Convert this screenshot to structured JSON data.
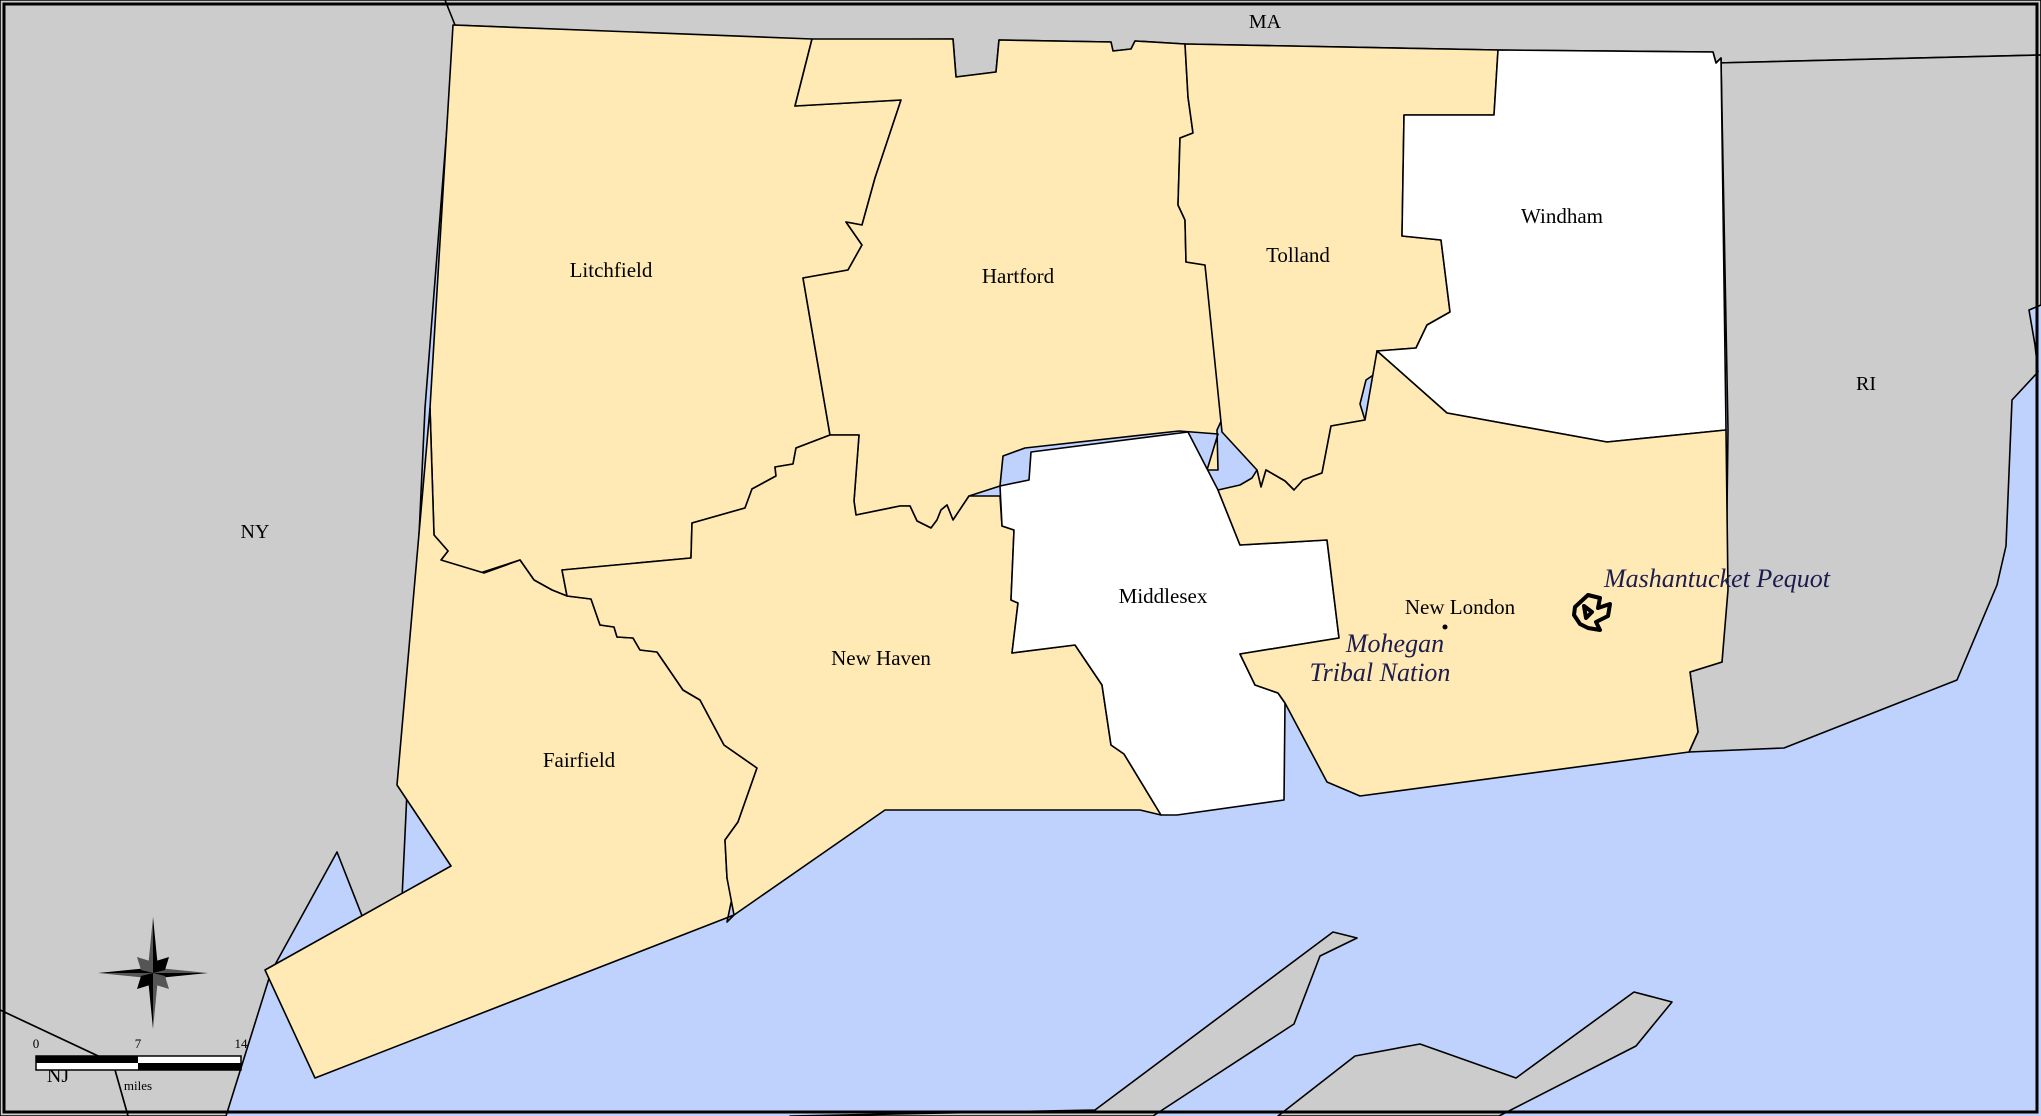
{
  "colors": {
    "water": "#bfd1fd",
    "neighbor_land": "#cccccc",
    "county_highlight": "#ffeab5",
    "county_plain": "#ffffff",
    "tribal_land": "#000000"
  },
  "states": {
    "ma": "MA",
    "ny": "NY",
    "ri": "RI",
    "nj": "NJ"
  },
  "counties": {
    "litchfield": {
      "name": "Litchfield",
      "highlighted": true
    },
    "hartford": {
      "name": "Hartford",
      "highlighted": true
    },
    "tolland": {
      "name": "Tolland",
      "highlighted": true
    },
    "windham": {
      "name": "Windham",
      "highlighted": false
    },
    "fairfield": {
      "name": "Fairfield",
      "highlighted": true
    },
    "new_haven": {
      "name": "New Haven",
      "highlighted": true
    },
    "middlesex": {
      "name": "Middlesex",
      "highlighted": false
    },
    "new_london": {
      "name": "New London",
      "highlighted": true
    }
  },
  "tribal_nations": {
    "mashantucket": "Mashantucket Pequot",
    "mohegan_line1": "Mohegan",
    "mohegan_line2": "Tribal Nation"
  },
  "scale_bar": {
    "ticks": [
      "0",
      "7",
      "14"
    ],
    "unit": "miles"
  },
  "compass": "compass-rose-icon"
}
